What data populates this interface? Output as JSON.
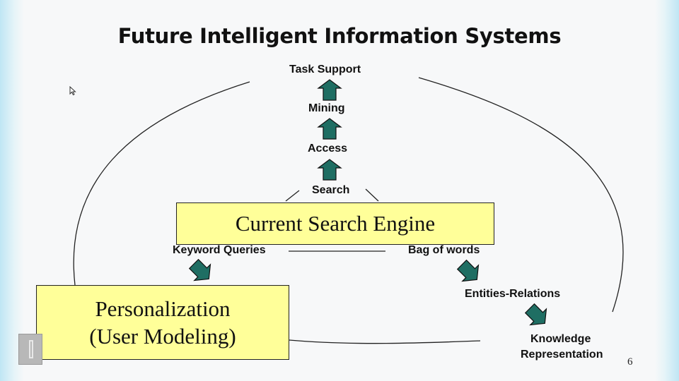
{
  "slide": {
    "title": "Future Intelligent Information Systems",
    "page_number": "6"
  },
  "pipeline": {
    "levels": [
      "Task Support",
      "Mining",
      "Access",
      "Search"
    ]
  },
  "boxes": {
    "current_search_engine": "Current Search Engine",
    "personalization_line1": "Personalization",
    "personalization_line2": "(User Modeling)"
  },
  "branches": {
    "keyword_queries": "Keyword Queries",
    "bag_of_words": "Bag of words",
    "entities_relations": "Entities-Relations",
    "knowledge_line1": "Knowledge",
    "knowledge_line2": "Representation"
  },
  "colors": {
    "arrow_fill": "#1f6e63",
    "box_fill": "#ffff99",
    "edge_accent": "#bfe6f4"
  }
}
